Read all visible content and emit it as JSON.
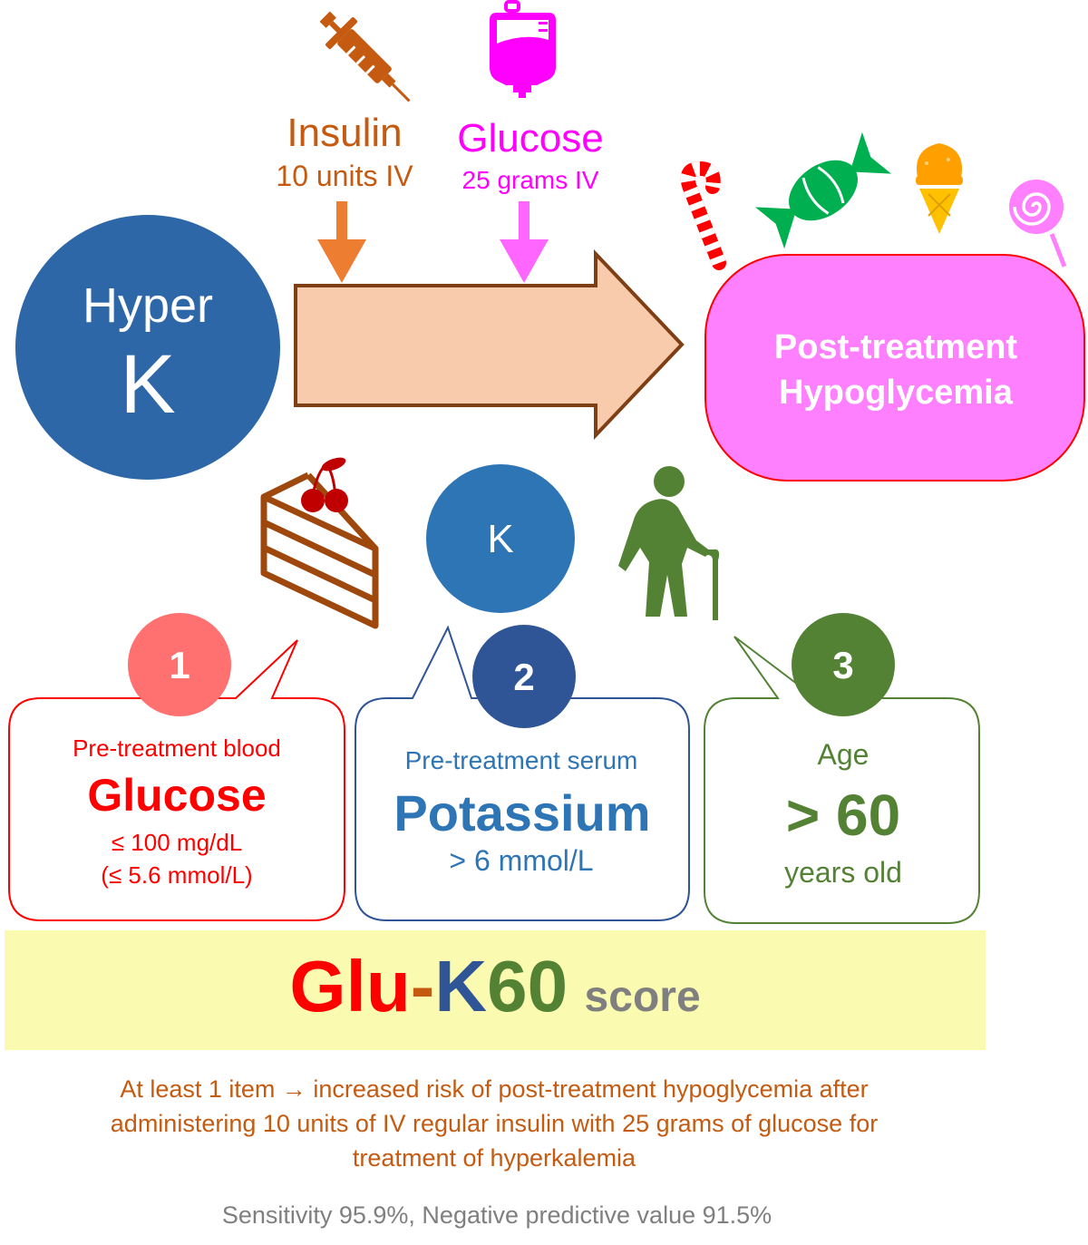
{
  "colors": {
    "insulin": "#c55a11",
    "glucose": "#ff00ff",
    "hyperk": "#2e67a8",
    "arrow_fill": "#f8cbad",
    "arrow_stroke": "#7f3f14",
    "post_box": "#ff80ff",
    "red": "#ff0000",
    "blue": "#2f5597",
    "green": "#548235",
    "yellow_band": "#fafab0",
    "footer_orange": "#c55a11",
    "gray": "#7f7f7f"
  },
  "icons": [
    "syringe-icon",
    "iv-bag-icon",
    "candy-cane-icon",
    "wrapped-candy-icon",
    "ice-cream-icon",
    "lollipop-icon",
    "cake-icon",
    "elderly-person-icon"
  ],
  "top": {
    "insulin": {
      "name": "Insulin",
      "dose": "10 units IV"
    },
    "glucose": {
      "name": "Glucose",
      "dose": "25 grams IV"
    }
  },
  "hyperk": {
    "line1": "Hyper",
    "line2": "K"
  },
  "post_treatment": {
    "line1": "Post-treatment",
    "line2": "Hypoglycemia"
  },
  "k_circle": "K",
  "criteria": [
    {
      "number": "1",
      "label": "Pre-treatment blood",
      "title": "Glucose",
      "detail1": "≤ 100 mg/dL",
      "detail2": "(≤ 5.6 mmol/L)"
    },
    {
      "number": "2",
      "label": "Pre-treatment serum",
      "title": "Potassium",
      "detail1": "> 6 mmol/L"
    },
    {
      "number": "3",
      "label": "Age",
      "title": "> 60",
      "detail1": "years old"
    }
  ],
  "score": {
    "glu": "Glu",
    "dash": "-",
    "k": "K",
    "sixty": "60",
    "suffix": "score"
  },
  "footer": {
    "line1": "At least 1 item → increased risk of post-treatment hypoglycemia after",
    "line2": "administering 10 units of IV regular insulin with 25 grams of glucose for",
    "line3": "treatment of hyperkalemia",
    "stats": "Sensitivity 95.9%, Negative predictive value 91.5%"
  }
}
